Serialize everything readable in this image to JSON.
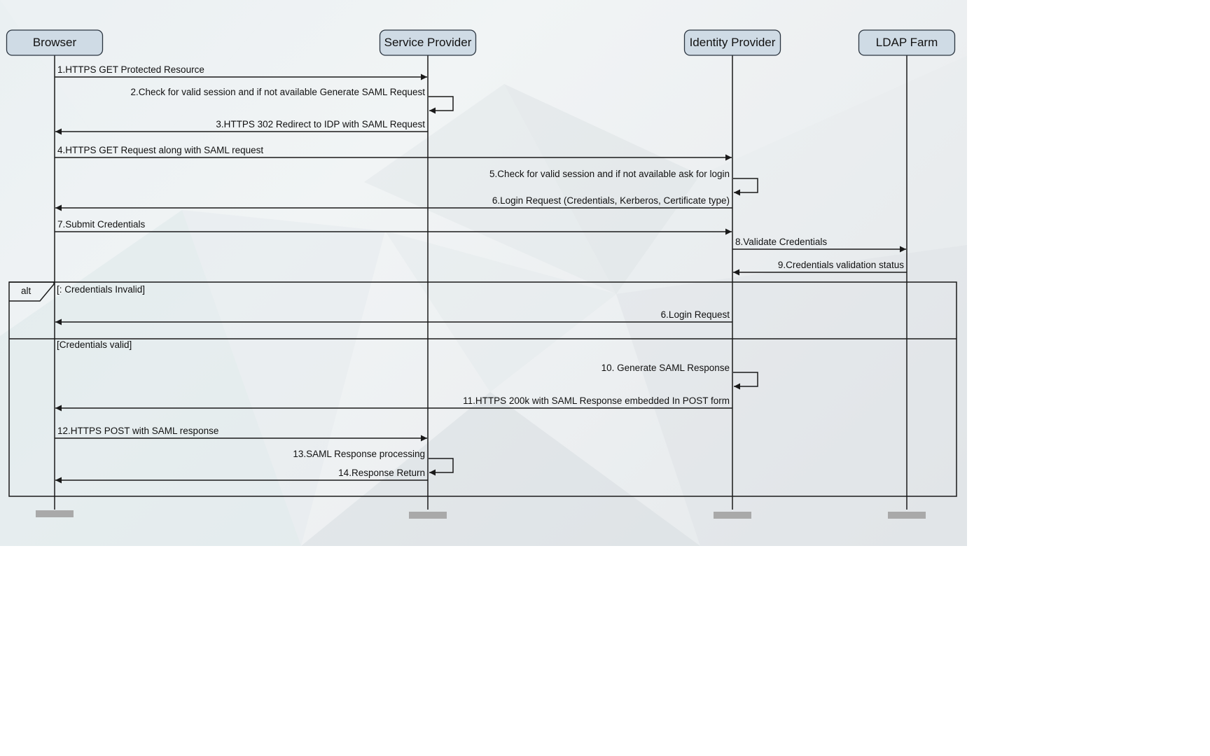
{
  "participants": [
    {
      "id": "browser",
      "label": "Browser"
    },
    {
      "id": "sp",
      "label": "Service Provider"
    },
    {
      "id": "idp",
      "label": "Identity Provider"
    },
    {
      "id": "ldap",
      "label": "LDAP Farm"
    }
  ],
  "messages": [
    {
      "text": "1.HTTPS GET Protected Resource",
      "from": "browser",
      "to": "sp"
    },
    {
      "text": "2.Check for valid session and if not available Generate SAML Request",
      "from": "sp",
      "to": "sp"
    },
    {
      "text": "3.HTTPS 302 Redirect to IDP with SAML Request",
      "from": "sp",
      "to": "browser"
    },
    {
      "text": "4.HTTPS GET Request along with SAML request",
      "from": "browser",
      "to": "idp"
    },
    {
      "text": "5.Check for valid session and if not available ask for login",
      "from": "idp",
      "to": "idp"
    },
    {
      "text": "6.Login Request (Credentials, Kerberos, Certificate type)",
      "from": "idp",
      "to": "browser"
    },
    {
      "text": "7.Submit Credentials",
      "from": "browser",
      "to": "idp"
    },
    {
      "text": "8.Validate Credentials",
      "from": "idp",
      "to": "ldap"
    },
    {
      "text": "9.Credentials validation status",
      "from": "ldap",
      "to": "idp"
    },
    {
      "text": "6.Login Request",
      "from": "idp",
      "to": "browser"
    },
    {
      "text": "10. Generate SAML Response",
      "from": "idp",
      "to": "idp"
    },
    {
      "text": "11.HTTPS  200k with SAML Response embedded In POST form",
      "from": "idp",
      "to": "browser"
    },
    {
      "text": "12.HTTPS POST with SAML response",
      "from": "browser",
      "to": "sp"
    },
    {
      "text": "13.SAML Response processing",
      "from": "sp",
      "to": "sp"
    },
    {
      "text": "14.Response Return",
      "from": "sp",
      "to": "browser"
    }
  ],
  "alt_frame": {
    "label": "alt",
    "guard_1": "[: Credentials Invalid]",
    "guard_2": "[Credentials valid]"
  },
  "colors": {
    "participant_fill": "#cfdbe5",
    "participant_stroke": "#2b3540",
    "line": "#1a1a1a",
    "lifeline_end": "#a9a9a9"
  }
}
